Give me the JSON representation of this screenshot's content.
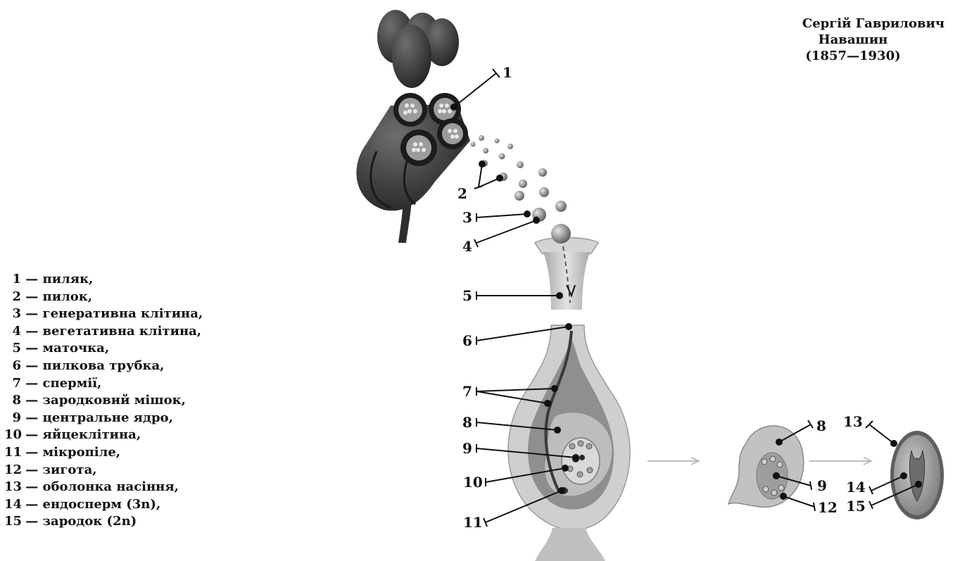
{
  "caption": {
    "name": "Сергій Гаврилович",
    "surname": "Навашин",
    "years": "(1857—1930)"
  },
  "legend": [
    {
      "num": "1",
      "text": "— пиляк,"
    },
    {
      "num": "2",
      "text": "— пилок,"
    },
    {
      "num": "3",
      "text": "— генеративна клітина,"
    },
    {
      "num": "4",
      "text": "— вегетативна клітина,"
    },
    {
      "num": "5",
      "text": "— маточка,"
    },
    {
      "num": "6",
      "text": "— пилкова трубка,"
    },
    {
      "num": "7",
      "text": "— спермії,"
    },
    {
      "num": "8",
      "text": "— зародковий мішок,"
    },
    {
      "num": "9",
      "text": "— центральне ядро,"
    },
    {
      "num": "10",
      "text": "— яйцеклітина,"
    },
    {
      "num": "11",
      "text": "— мікропіле,"
    },
    {
      "num": "12",
      "text": "— зигота,"
    },
    {
      "num": "13",
      "text": "— оболонка насіння,"
    },
    {
      "num": "14",
      "text": "— ендосперм (3n),"
    },
    {
      "num": "15",
      "text": "— зародок (2n)"
    }
  ],
  "labels": {
    "l1": "1",
    "l2": "2",
    "l3": "3",
    "l4": "4",
    "l5": "5",
    "l6": "6",
    "l7": "7",
    "l8": "8",
    "l9": "9",
    "l10": "10",
    "l11": "11",
    "r8": "8",
    "r9": "9",
    "r12": "12",
    "r13": "13",
    "r14": "14",
    "r15": "15"
  },
  "colors": {
    "anther": "#3a3a3a",
    "pistil": "#cfcfcf",
    "ovary_inner": "#8a8a8a",
    "embryo_sac": "#bdbdbd",
    "arrow": "#a8a8a8"
  }
}
